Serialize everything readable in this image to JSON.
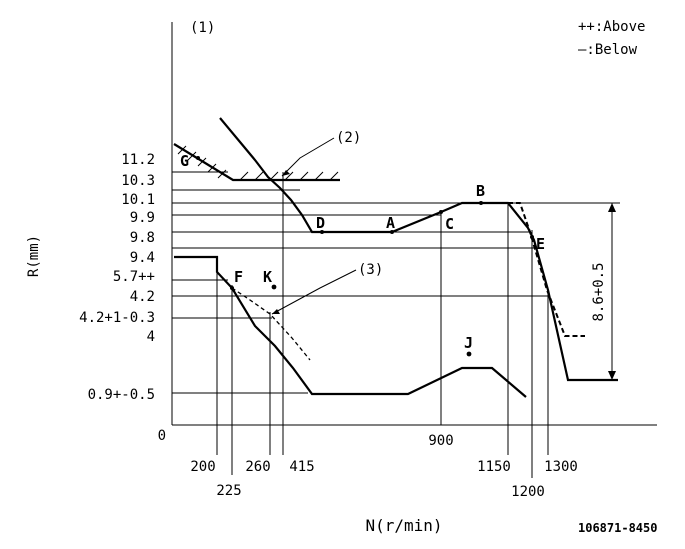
{
  "labels": {
    "marker_1": "(1)",
    "marker_2": "(2)",
    "marker_3": "(3)",
    "legend_above": "++:Above",
    "legend_below": "—:Below",
    "y_axis": "R(mm)",
    "x_axis": "N(r/min)",
    "doc_code": "106871-8450",
    "span": "8.6+0.5",
    "origin": "0"
  },
  "y_ticks": [
    "11.2",
    "10.3",
    "10.1",
    "9.9",
    "9.8",
    "9.4",
    "5.7++",
    "4.2",
    "4.2+1-0.3",
    "4",
    "0.9+-0.5"
  ],
  "x_ticks": [
    "200",
    "225",
    "260",
    "415",
    "900",
    "1150",
    "1200",
    "1300"
  ],
  "points": [
    "G",
    "D",
    "A",
    "C",
    "B",
    "E",
    "F",
    "K",
    "J"
  ]
}
